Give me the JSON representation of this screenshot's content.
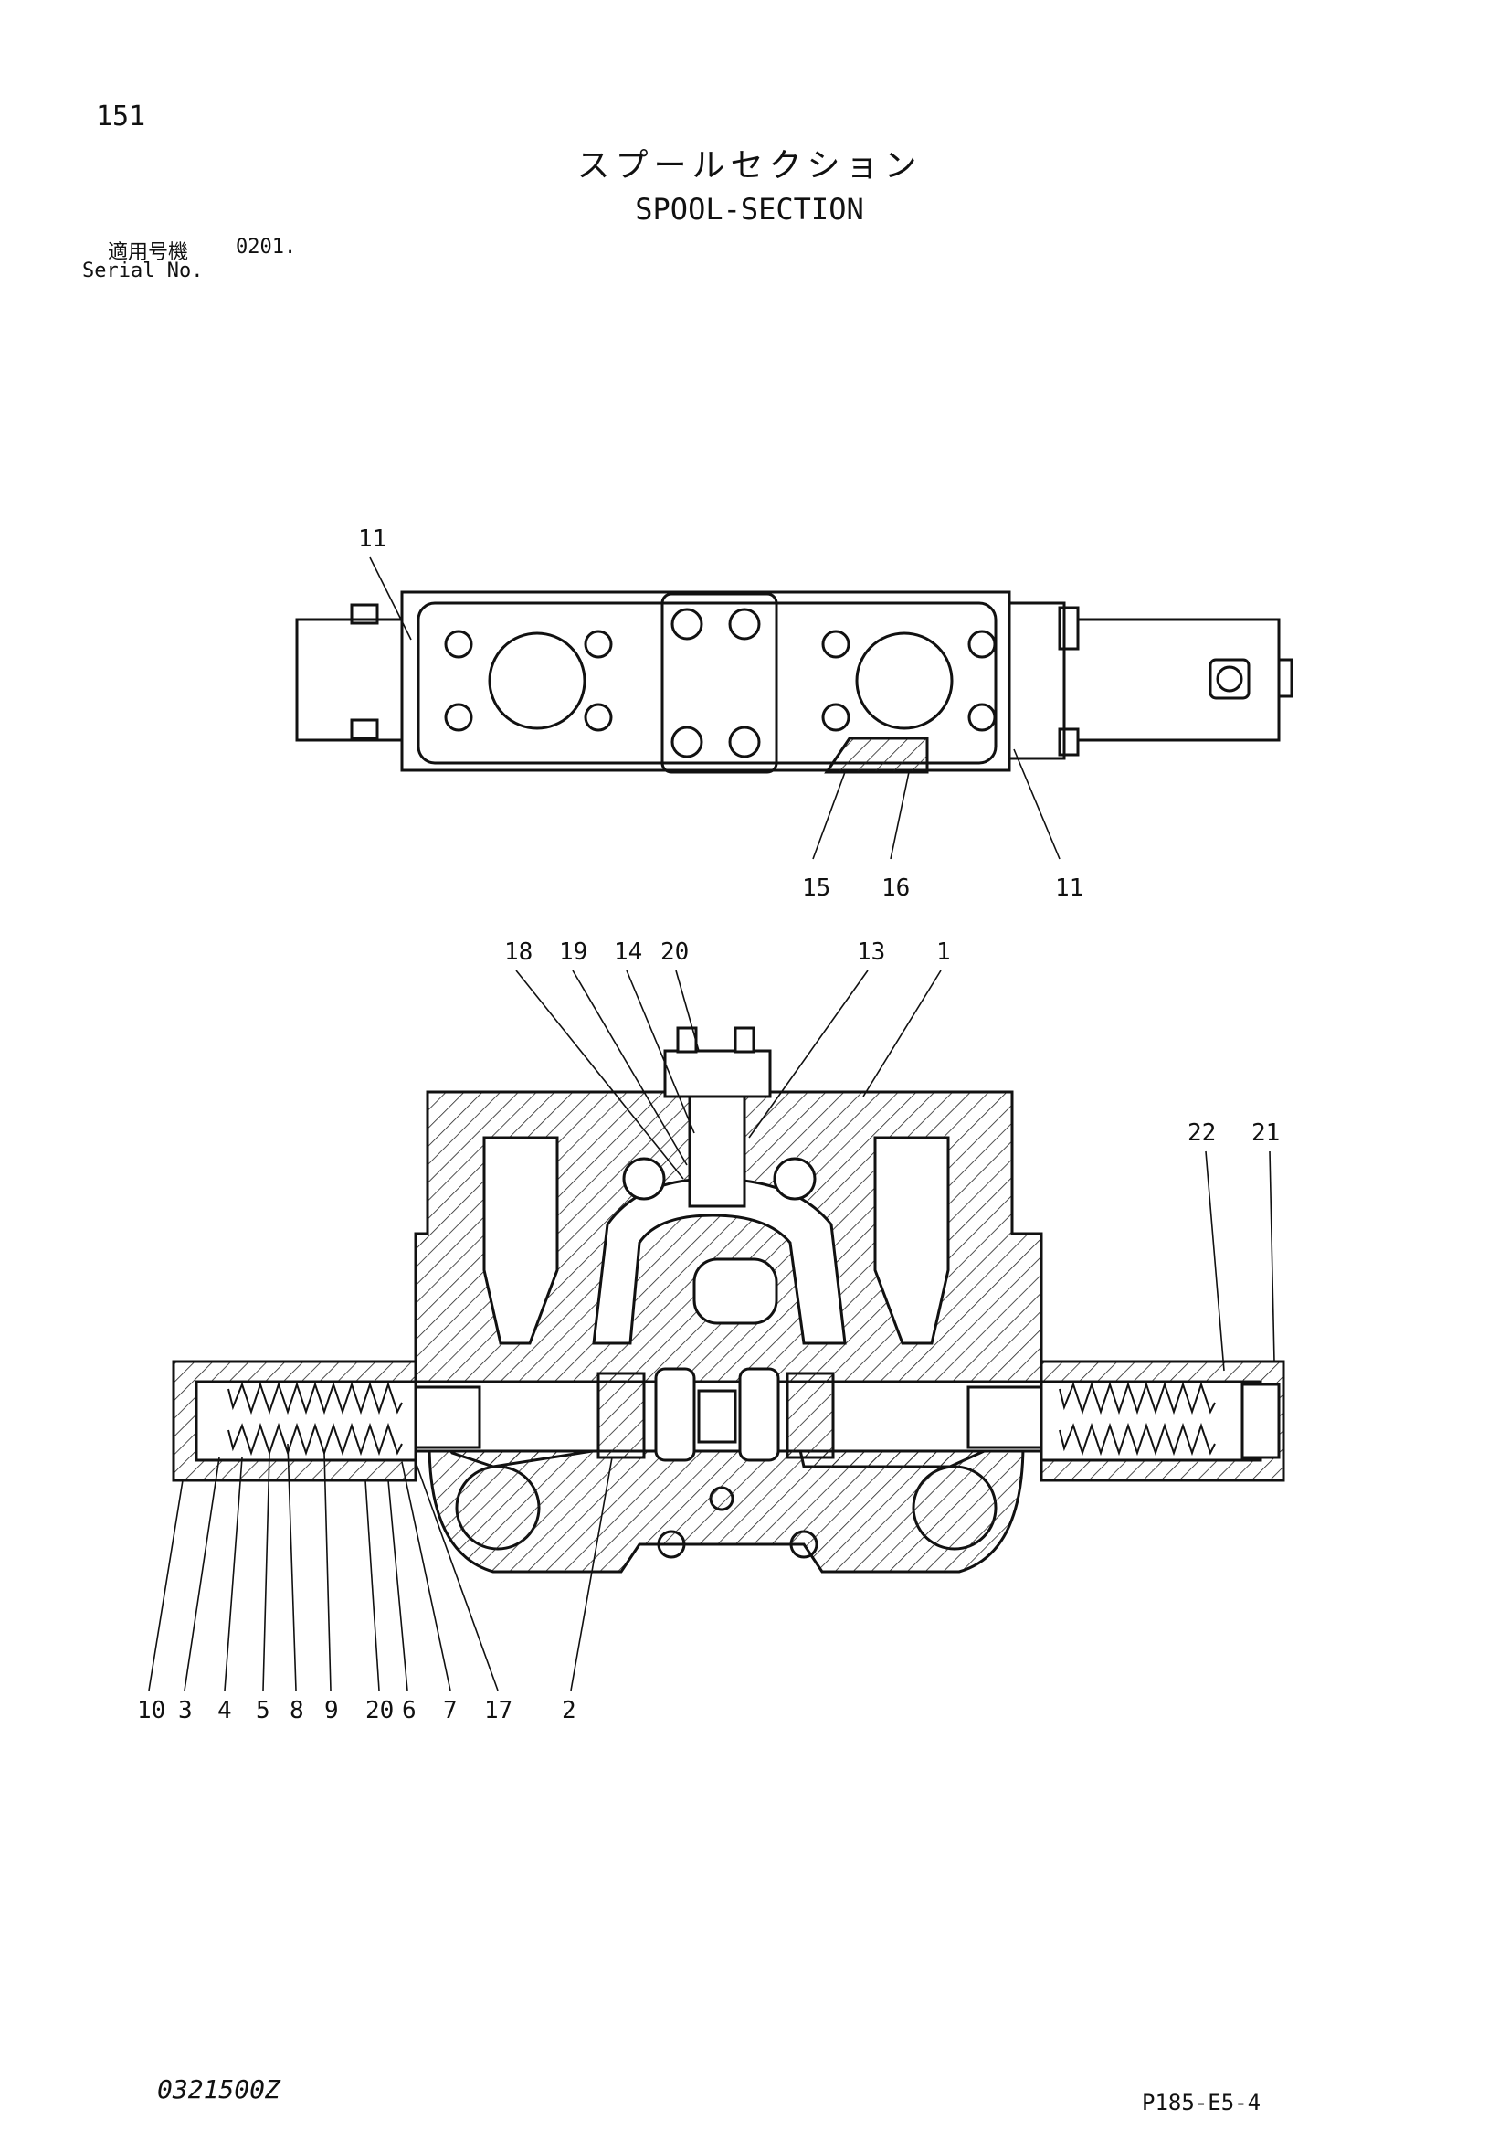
{
  "page": {
    "number": "151",
    "title_jp": "スプールセクション",
    "title_en": "SPOOL-SECTION",
    "serial_label_jp": "適用号機",
    "serial_value": "0201.",
    "serial_label_en": "Serial No.",
    "drawing_code": "0321500Z",
    "sheet_ref": "P185-E5-4"
  },
  "callouts": {
    "top_view": [
      "11",
      "15",
      "16",
      "11"
    ],
    "section_top": [
      "18",
      "19",
      "14",
      "20",
      "13",
      "1",
      "22",
      "21"
    ],
    "section_bottom": [
      "10",
      "3",
      "4",
      "5",
      "8",
      "9",
      "20",
      "6",
      "7",
      "17",
      "2"
    ]
  },
  "colors": {
    "ink": "#111111",
    "paper": "#ffffff"
  }
}
